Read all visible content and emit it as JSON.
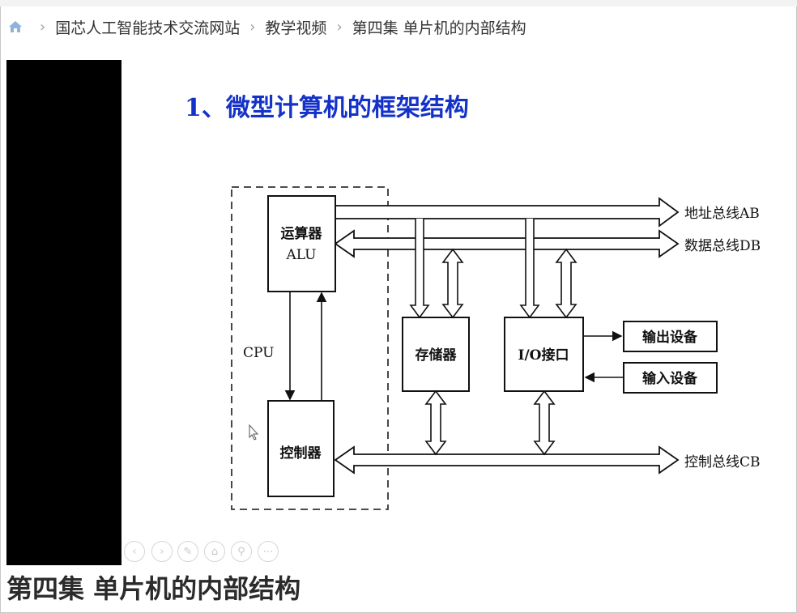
{
  "breadcrumb": {
    "items": [
      "国芯人工智能技术交流网站",
      "教学视频",
      "第四集 单片机的内部结构"
    ]
  },
  "slide": {
    "title": "1、微型计算机的框架结构",
    "diagram": {
      "alu_line1": "运算器",
      "alu_line2": "ALU",
      "cpu_label": "CPU",
      "controller": "控制器",
      "memory": "存储器",
      "io": "I/O接口",
      "output_device": "输出设备",
      "input_device": "输入设备",
      "address_bus": "地址总线AB",
      "data_bus": "数据总线DB",
      "control_bus": "控制总线CB"
    }
  },
  "player_controls": [
    "prev-icon",
    "next-icon",
    "pen-icon",
    "home-icon",
    "zoom-icon",
    "more-icon"
  ],
  "episode_title": "第四集 单片机的内部结构",
  "colors": {
    "title_blue": "#1432c8",
    "black_panel": "#000000"
  }
}
